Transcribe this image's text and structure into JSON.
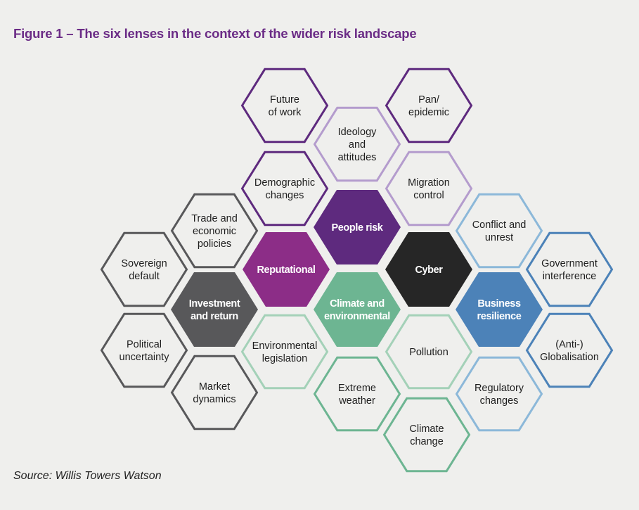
{
  "title": "Figure 1 – The six lenses in the context of the wider risk landscape",
  "source": "Source: Willis Towers Watson",
  "colors": {
    "purple": "#5e2a7e",
    "light_purple": "#b49ccd",
    "magenta": "#8c2d87",
    "black": "#262626",
    "grey": "#58585a",
    "green": "#6db592",
    "light_green": "#a4d1b8",
    "blue": "#4c82b8",
    "light_blue": "#8cb8d9",
    "background": "#efefed"
  },
  "hexagons": [
    {
      "id": "future-of-work",
      "lines": [
        "Future",
        "of work"
      ],
      "group": "people",
      "style": "outline"
    },
    {
      "id": "pan-epidemic",
      "lines": [
        "Pan/",
        "epidemic"
      ],
      "group": "people",
      "style": "outline"
    },
    {
      "id": "ideology-attitudes",
      "lines": [
        "Ideology",
        "and",
        "attitudes"
      ],
      "group": "people",
      "style": "outline-light"
    },
    {
      "id": "demographic-changes",
      "lines": [
        "Demographic",
        "changes"
      ],
      "group": "people",
      "style": "outline"
    },
    {
      "id": "migration-control",
      "lines": [
        "Migration",
        "control"
      ],
      "group": "people",
      "style": "outline-light"
    },
    {
      "id": "people-risk",
      "lines": [
        "People risk"
      ],
      "group": "people",
      "style": "filled"
    },
    {
      "id": "trade-economic-policies",
      "lines": [
        "Trade and",
        "economic",
        "policies"
      ],
      "group": "investment",
      "style": "outline"
    },
    {
      "id": "conflict-unrest",
      "lines": [
        "Conflict and",
        "unrest"
      ],
      "group": "business",
      "style": "outline-light"
    },
    {
      "id": "sovereign-default",
      "lines": [
        "Sovereign",
        "default"
      ],
      "group": "investment",
      "style": "outline"
    },
    {
      "id": "reputational",
      "lines": [
        "Reputational"
      ],
      "group": "reputational",
      "style": "filled"
    },
    {
      "id": "cyber",
      "lines": [
        "Cyber"
      ],
      "group": "cyber",
      "style": "filled"
    },
    {
      "id": "government-interference",
      "lines": [
        "Government",
        "interference"
      ],
      "group": "business",
      "style": "outline"
    },
    {
      "id": "investment-return",
      "lines": [
        "Investment",
        "and return"
      ],
      "group": "investment",
      "style": "filled"
    },
    {
      "id": "climate-environmental",
      "lines": [
        "Climate and",
        "environmental"
      ],
      "group": "climate",
      "style": "filled"
    },
    {
      "id": "business-resilience",
      "lines": [
        "Business",
        "resilience"
      ],
      "group": "business",
      "style": "filled"
    },
    {
      "id": "political-uncertainty",
      "lines": [
        "Political",
        "uncertainty"
      ],
      "group": "investment",
      "style": "outline"
    },
    {
      "id": "environmental-legislation",
      "lines": [
        "Environmental",
        "legislation"
      ],
      "group": "climate",
      "style": "outline-light"
    },
    {
      "id": "pollution",
      "lines": [
        "Pollution"
      ],
      "group": "climate",
      "style": "outline-light"
    },
    {
      "id": "anti-globalisation",
      "lines": [
        "(Anti-)",
        "Globalisation"
      ],
      "group": "business",
      "style": "outline"
    },
    {
      "id": "market-dynamics",
      "lines": [
        "Market",
        "dynamics"
      ],
      "group": "investment",
      "style": "outline"
    },
    {
      "id": "extreme-weather",
      "lines": [
        "Extreme",
        "weather"
      ],
      "group": "climate",
      "style": "outline"
    },
    {
      "id": "regulatory-changes",
      "lines": [
        "Regulatory",
        "changes"
      ],
      "group": "business",
      "style": "outline-light"
    },
    {
      "id": "climate-change",
      "lines": [
        "Climate",
        "change"
      ],
      "group": "climate",
      "style": "outline"
    }
  ]
}
